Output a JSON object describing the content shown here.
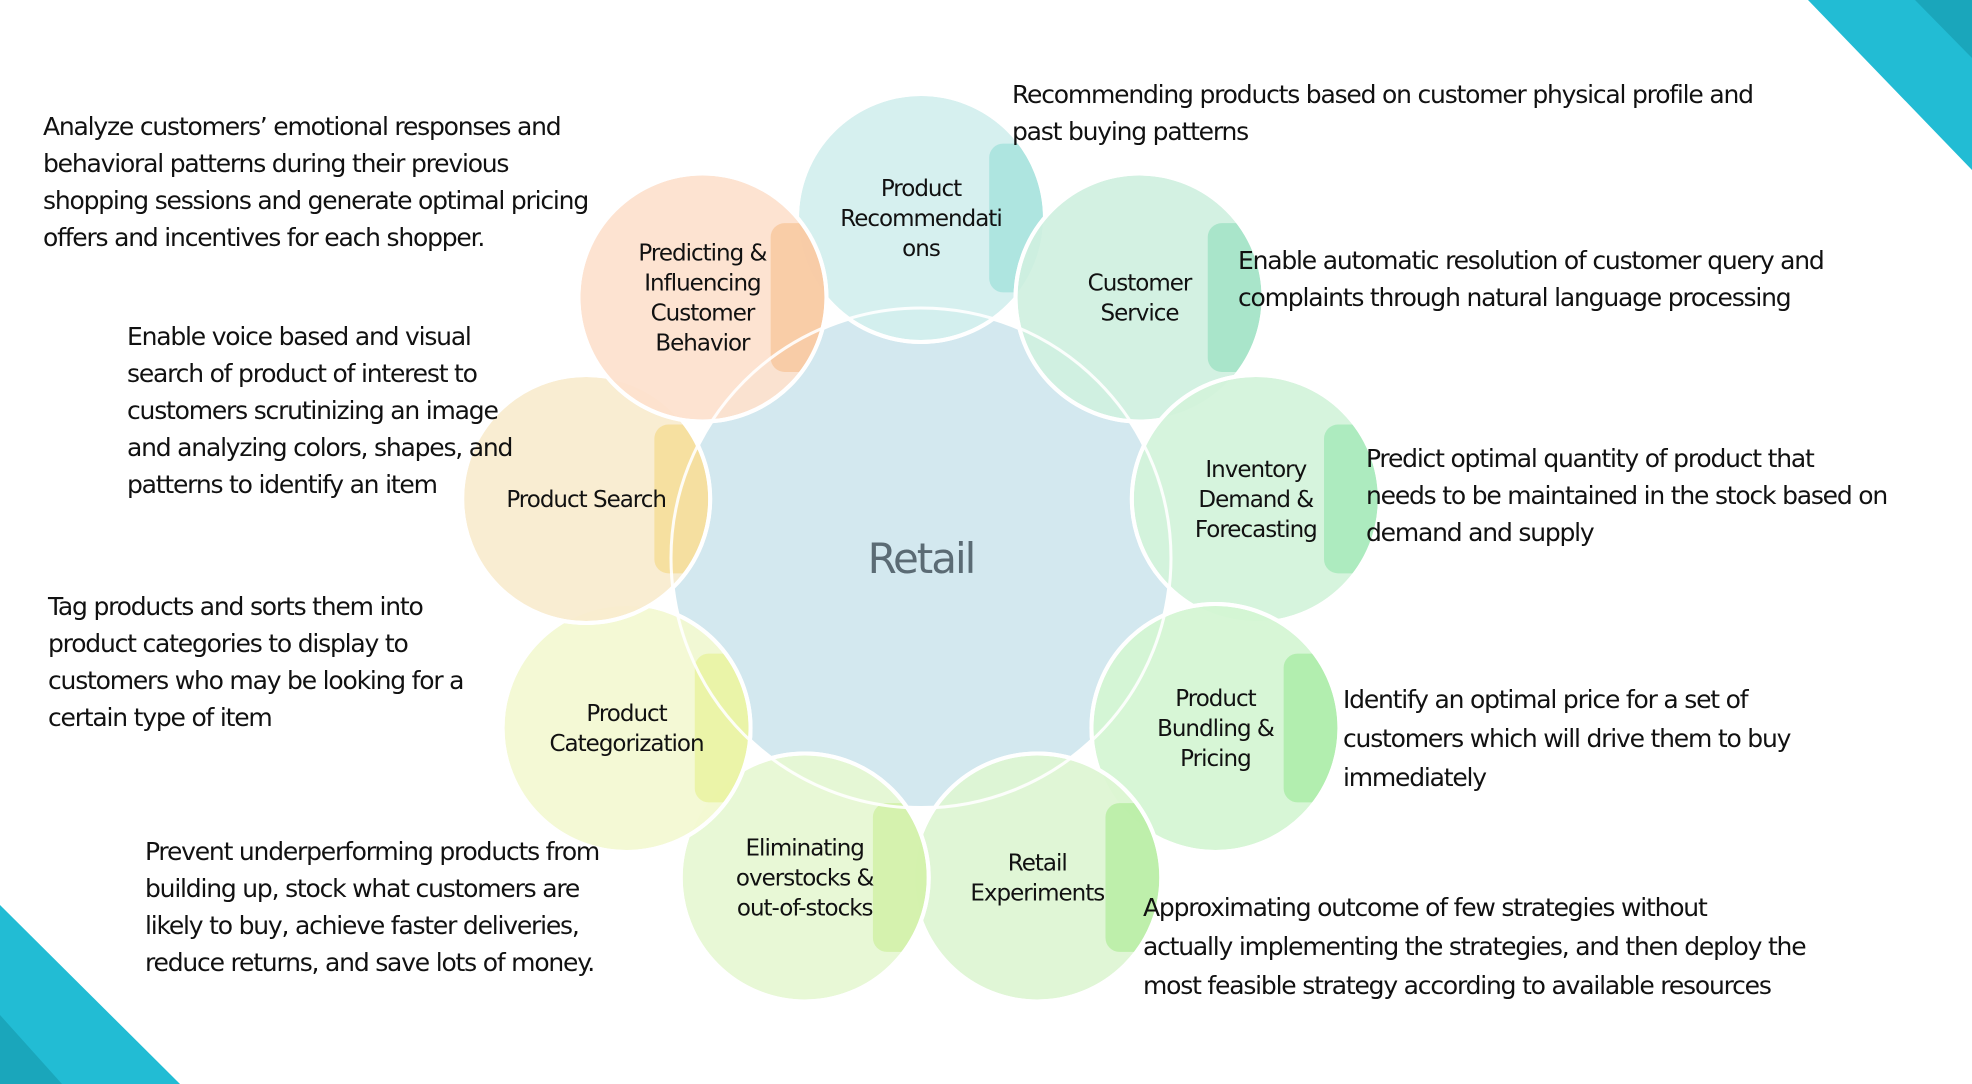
{
  "center": {
    "label": "Retail",
    "color": "#d3e8ef"
  },
  "accent": {
    "corner_color": "#22bcd4",
    "corner_shade": "#1aa6bb"
  },
  "petals": [
    {
      "id": "product-recommendations",
      "lines": [
        "Product",
        "Recommendati",
        "ons"
      ],
      "fill": "#d2efee",
      "accent": "#a4e2dc",
      "text_color": "#5d7574"
    },
    {
      "id": "customer-service",
      "lines": [
        "Customer",
        "Service"
      ],
      "fill": "#cff0df",
      "accent": "#9fe2c4",
      "text_color": "#111111"
    },
    {
      "id": "inventory-demand-forecasting",
      "lines": [
        "Inventory",
        "Demand  &",
        "Forecasting"
      ],
      "fill": "#d2f3da",
      "accent": "#a3e8b8",
      "text_color": "#111111"
    },
    {
      "id": "product-bundling-pricing",
      "lines": [
        "Product",
        "Bundling &",
        "Pricing"
      ],
      "fill": "#d4f5d2",
      "accent": "#a9eca5",
      "text_color": "#111111"
    },
    {
      "id": "retail-experiments",
      "lines": [
        "Retail",
        "Experiments"
      ],
      "fill": "#ddf5d2",
      "accent": "#b5eda0",
      "text_color": "#111111"
    },
    {
      "id": "eliminating-overstocks",
      "lines": [
        "Eliminating",
        "overstocks &",
        "out-of-stocks"
      ],
      "fill": "#e6f7d2",
      "accent": "#cff0a4",
      "text_color": "#111111"
    },
    {
      "id": "product-categorization",
      "lines": [
        "Product",
        "Categorization"
      ],
      "fill": "#f3f8d1",
      "accent": "#e8f29c",
      "text_color": "#111111"
    },
    {
      "id": "product-search",
      "lines": [
        "Product Search"
      ],
      "fill": "#f9ecce",
      "accent": "#f5dc94",
      "text_color": "#111111"
    },
    {
      "id": "predicting-influencing",
      "lines": [
        "Predicting &",
        "Influencing",
        "Customer",
        "Behavior"
      ],
      "fill": "#fde1cd",
      "accent": "#f8c79c",
      "text_color": "#111111"
    }
  ],
  "descriptions": {
    "product_recommendations": "Recommending products based on customer physical profile and\npast buying patterns",
    "customer_service": "Enable automatic resolution of customer query and\ncomplaints through natural language processing",
    "inventory": "Predict optimal quantity of product that\nneeds to be maintained in the stock based on\ndemand and supply",
    "bundling_pricing": "Identify an optimal price for a set of\ncustomers which will drive them to buy\nimmediately",
    "retail_experiments": "Approximating outcome of few strategies without\nactually implementing the strategies, and then deploy the\nmost feasible strategy according to available resources",
    "eliminating_overstocks": "Prevent underperforming products from\nbuilding up, stock what customers are\nlikely to buy, achieve faster deliveries,\nreduce returns,  and save lots of money.",
    "product_categorization": "Tag products and sorts them into\nproduct categories to display to\ncustomers who may be looking for a\ncertain type of item",
    "product_search": "Enable voice based and visual\nsearch of product of interest to\ncustomers scrutinizing an image\nand analyzing colors, shapes, and\npatterns  to identify an item",
    "predicting_influencing": "Analyze customers’ emotional responses and\nbehavioral patterns  during their previous\nshopping sessions and generate  optimal pricing\noffers and incentives for each shopper."
  }
}
